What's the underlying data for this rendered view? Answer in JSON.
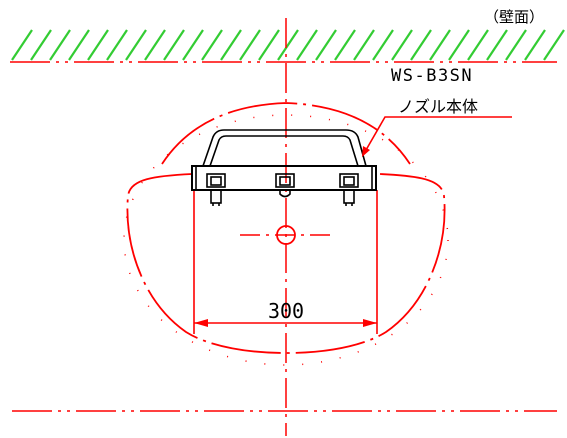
{
  "labels": {
    "wall": "（壁面）",
    "model": "WS-B3SN",
    "nozzle_body": "ノズル本体",
    "dimension": "300"
  },
  "colors": {
    "hatch": "#33cc33",
    "wall_line": "#ff0000",
    "center_line": "#ff0000",
    "basin_outline": "#ff0000",
    "dimension_line": "#ff0000",
    "fixture": "#000000",
    "text": "#000000"
  }
}
